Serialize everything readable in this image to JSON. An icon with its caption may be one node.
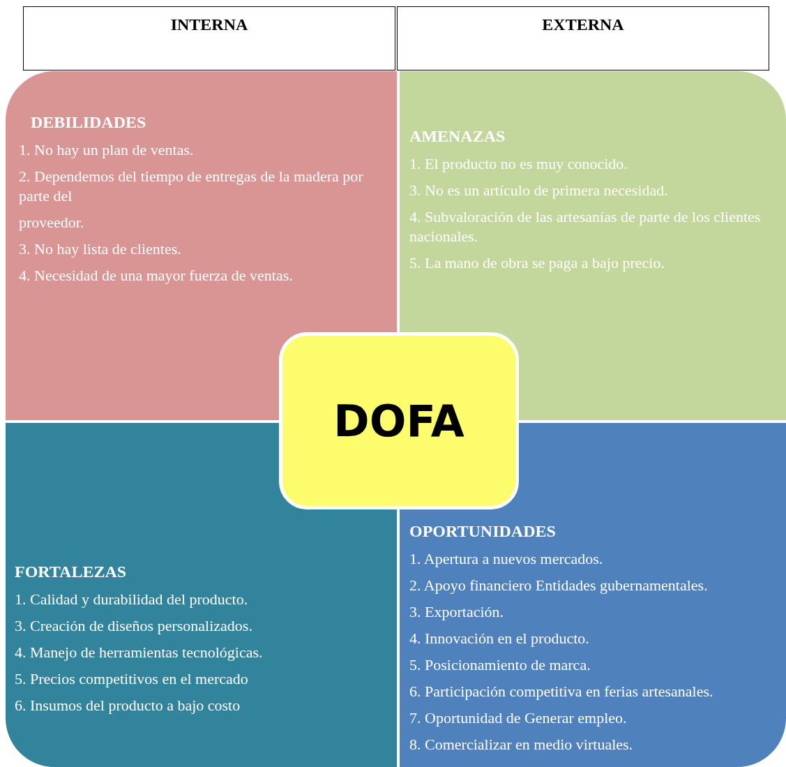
{
  "diagram": {
    "nodes": [
      {
        "text": [
          "INTERNA"
        ]
      },
      {
        "text": [
          "EXTERNA"
        ]
      },
      {
        "text": [
          "DEBILIDADES",
          "1. No hay un plan de ventas.",
          "2. Dependemos del tiempo de entregas de la madera por parte del",
          "proveedor.",
          "3. No hay lista de clientes.",
          "4. Necesidad de una mayor fuerza de ventas."
        ]
      },
      {
        "text": [
          "AMENAZAS",
          "1. El producto no es muy conocido.",
          "3. No es un artículo de primera necesidad.",
          "4. Subvaloración de las artesanías de parte de los clientes nacionales.",
          "5. La mano de obra se paga a bajo precio."
        ]
      },
      {
        "text": [
          "FORTALEZAS",
          "1. Calidad y durabilidad del producto.",
          "3. Creación de diseños personalizados.",
          "4. Manejo de herramientas tecnológicas.",
          "5. Precios competitivos en el mercado",
          "6. Insumos del producto a bajo costo"
        ]
      },
      {
        "text": [
          "OPORTUNIDADES",
          "1. Apertura a nuevos mercados.",
          "2. Apoyo financiero Entidades gubernamentales.",
          "3. Exportación.",
          "4. Innovación en el producto.",
          "5. Posicionamiento de marca.",
          "6. Participación competitiva en ferias artesanales.",
          "7. Oportunidad de Generar empleo.",
          "8. Comercializar en medio virtuales."
        ]
      },
      {
        "text": [
          "DOFA"
        ]
      }
    ]
  }
}
